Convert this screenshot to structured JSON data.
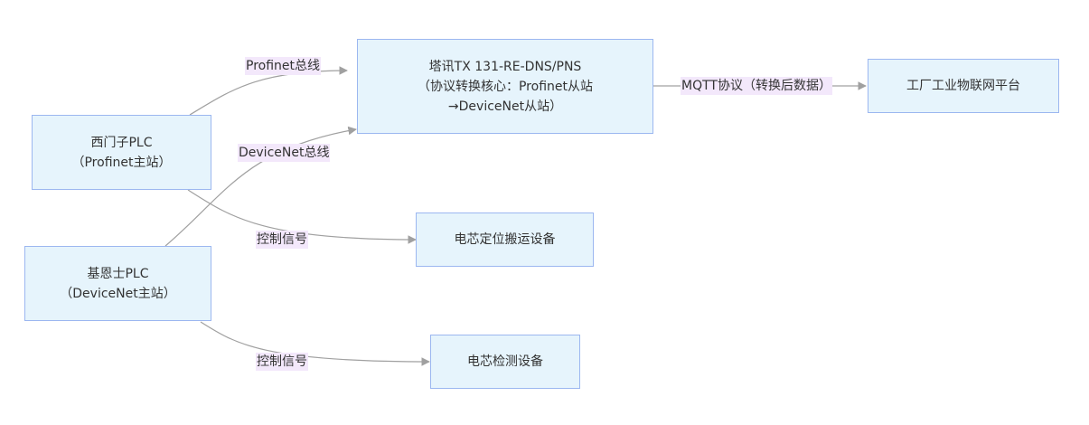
{
  "colors": {
    "node_fill": "#e6f4fc",
    "node_border": "#9cb7f0",
    "edge": "#a0a0a0",
    "label_bg": "#f3e8fb"
  },
  "nodes": {
    "gateway": {
      "line1": "塔讯TX 131-RE-DNS/PNS",
      "line2": "（协议转换核心：Profinet从站",
      "line3": "→DeviceNet从站）"
    },
    "iot_platform": {
      "line1": "工厂工业物联网平台"
    },
    "siemens_plc": {
      "line1": "西门子PLC",
      "line2": "（Profinet主站）"
    },
    "keyence_plc": {
      "line1": "基恩士PLC",
      "line2": "（DeviceNet主站）"
    },
    "transport_device": {
      "line1": "电芯定位搬运设备"
    },
    "inspection_device": {
      "line1": "电芯检测设备"
    }
  },
  "edges": {
    "profinet_bus": "Profinet总线",
    "devicenet_bus": "DeviceNet总线",
    "mqtt": "MQTT协议（转换后数据）",
    "control_signal_1": "控制信号",
    "control_signal_2": "控制信号"
  }
}
